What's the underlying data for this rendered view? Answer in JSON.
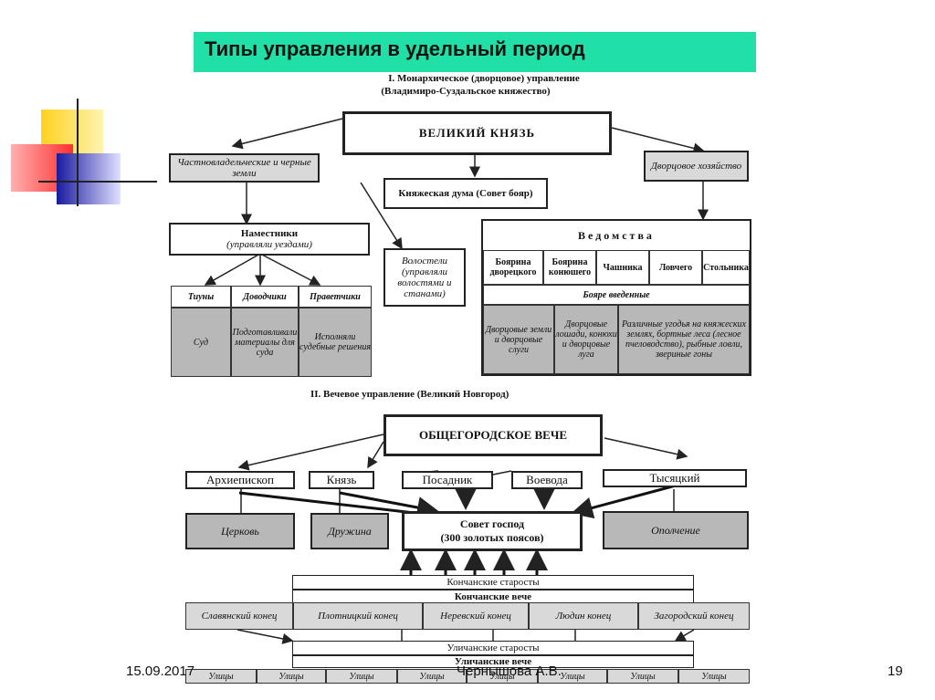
{
  "title": "Типы управления в удельный период",
  "section1": {
    "heading": "I.    Монархическое (дворцовое) управление",
    "subheading": "(Владимиро-Суздальское княжество)",
    "grand_prince": "ВЕЛИКИЙ КНЯЗЬ",
    "private_lands": "Частновладельческие и черные земли",
    "court_economy": "Дворцовое хозяйство",
    "duma": "Княжеская дума (Совет бояр)",
    "namestniki": "Наместники",
    "namestniki_note": "(управляли уездами)",
    "volosteli": "Волостели (управляли волостями и станами)",
    "officials": [
      {
        "label": "Тиуны",
        "duty": "Суд"
      },
      {
        "label": "Доводчики",
        "duty": "Подготавливали материалы для суда"
      },
      {
        "label": "Праветчики",
        "duty": "Исполняли судебные решения"
      }
    ],
    "vedomstva": "Ведомства",
    "departments": [
      "Боярина дворецкого",
      "Боярина конюшего",
      "Чашника",
      "Ловчего",
      "Стольника"
    ],
    "boyars_introduced": "Бояре введенные",
    "dept_duties": [
      "Дворцовые земли и дворцовые слуги",
      "Дворцовые лошади, конюхи и дворцовые луга",
      "Различные угодья на княжеских землях, бортные леса (лесное пчеловодство), рыбные ловли, звериные гоны"
    ]
  },
  "section2": {
    "heading": "II.    Вечевое управление (Великий Новгород)",
    "veche": "ОБЩЕГОРОДСКОЕ ВЕЧЕ",
    "officials": [
      "Архиепископ",
      "Князь",
      "Посадник",
      "Воевода",
      "Тысяцкий"
    ],
    "council": "Совет господ",
    "council_note": "(300 золотых поясов)",
    "church": "Церковь",
    "druzhina": "Дружина",
    "militia": "Ополчение",
    "konchan_elders": "Кончанские старосты",
    "konchan_veche": "Кончанские вече",
    "ends": [
      "Славянский конец",
      "Плотницкий конец",
      "Неревский конец",
      "Людин конец",
      "Загородский конец"
    ],
    "street_elders": "Уличанские старосты",
    "street_veche": "Уличанские вече",
    "streets": [
      "Улицы",
      "Улицы",
      "Улицы",
      "Улицы",
      "Улицы",
      "Улицы",
      "Улицы",
      "Улицы"
    ]
  },
  "footer": {
    "date": "15.09.2017",
    "author": "Чернышова А.В.",
    "page": "19"
  }
}
